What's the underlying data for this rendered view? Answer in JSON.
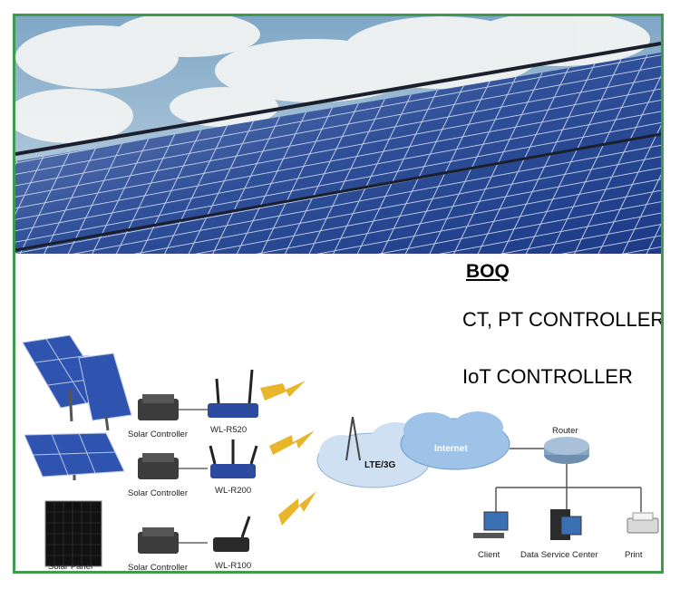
{
  "side_list": {
    "heading": "BOQ",
    "items": [
      "CT, PT CONTROLLER",
      "IoT CONTROLLER"
    ]
  },
  "diagram": {
    "labels": {
      "solar_controller_1": "Solar Controller",
      "solar_controller_2": "Solar Controller",
      "solar_controller_3": "Solar Controller",
      "router_1": "WL-R520",
      "router_2": "WL-R200",
      "router_3": "WL-R100",
      "solar_panel": "Solar Panel",
      "network": "LTE/3G",
      "internet": "Internet",
      "router": "Router",
      "client": "Client",
      "data_center": "Data Service Center",
      "print": "Print"
    }
  },
  "colors": {
    "border": "#3f9b4a",
    "panel_blue": "#2b4f9e",
    "sky": "#8fb7d3",
    "cloud": "#dbe9f6",
    "lightning": "#e7b62a"
  }
}
